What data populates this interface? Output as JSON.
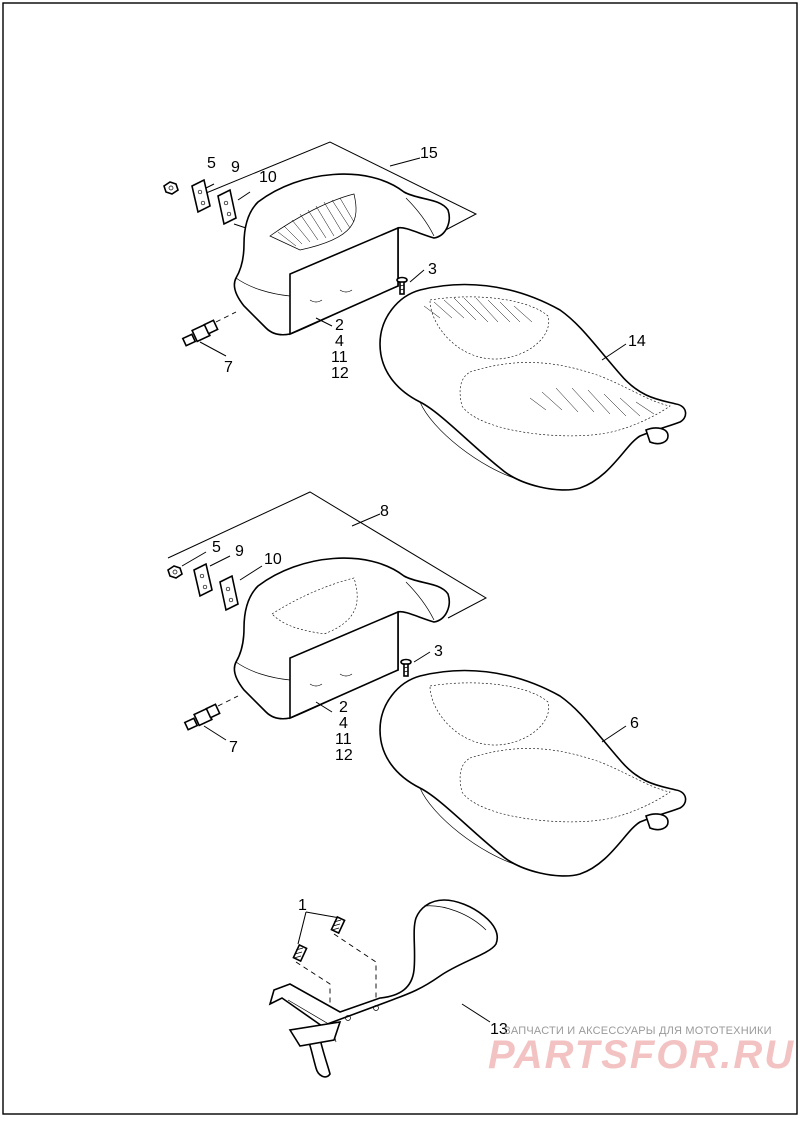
{
  "diagram": {
    "upper_assembly": {
      "callouts": {
        "c5": "5",
        "c9": "9",
        "c10": "10",
        "c15": "15",
        "c3": "3",
        "c14": "14",
        "c2": "2",
        "c4": "4",
        "c11": "11",
        "c12": "12",
        "c7": "7"
      }
    },
    "middle_assembly": {
      "callouts": {
        "c5": "5",
        "c9": "9",
        "c10": "10",
        "c8": "8",
        "c3": "3",
        "c6": "6",
        "c2": "2",
        "c4": "4",
        "c11": "11",
        "c12": "12",
        "c7": "7"
      }
    },
    "lower_assembly": {
      "callouts": {
        "c1": "1",
        "c13": "13"
      }
    }
  },
  "watermark": {
    "tagline": "ЗАПЧАСТИ И АКСЕССУАРЫ ДЛЯ МОТОТЕХНИКИ",
    "logo_text": "PARTSFOR.RU"
  },
  "colors": {
    "line": "#000000",
    "background": "#ffffff",
    "watermark": "#f3c3c3"
  }
}
